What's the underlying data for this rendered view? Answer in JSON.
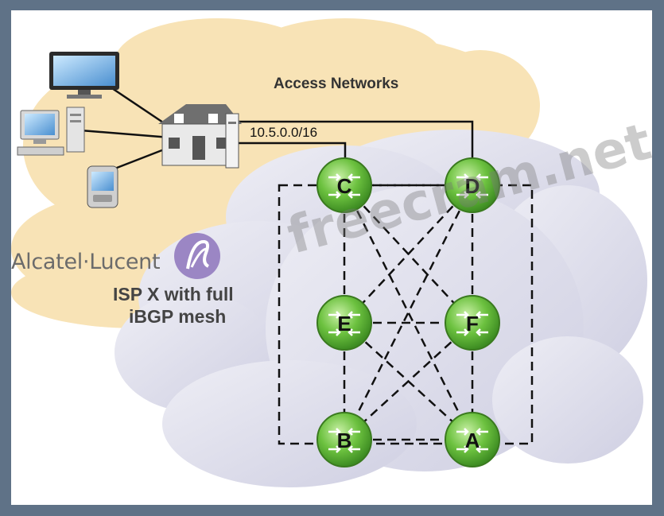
{
  "labels": {
    "access_networks": "Access Networks",
    "subnet": "10.5.0.0/16",
    "isp_line1": "ISP X with full",
    "isp_line2": "iBGP mesh",
    "brand": "Alcatel·Lucent",
    "watermark": "freecram.net"
  },
  "routers": [
    {
      "id": "C",
      "label": "C"
    },
    {
      "id": "D",
      "label": "D"
    },
    {
      "id": "E",
      "label": "E"
    },
    {
      "id": "F",
      "label": "F"
    },
    {
      "id": "B",
      "label": "B"
    },
    {
      "id": "A",
      "label": "A"
    }
  ],
  "devices": [
    "monitor-icon",
    "desktop-computer-icon",
    "pda-icon",
    "house-icon",
    "server-tower-icon"
  ],
  "colors": {
    "frame_border": "#5f7287",
    "access_cloud": "#f8e3b6",
    "isp_cloud": "#dcdcea",
    "router": "#5fb33a",
    "brand_logo": "#9b86c4"
  }
}
